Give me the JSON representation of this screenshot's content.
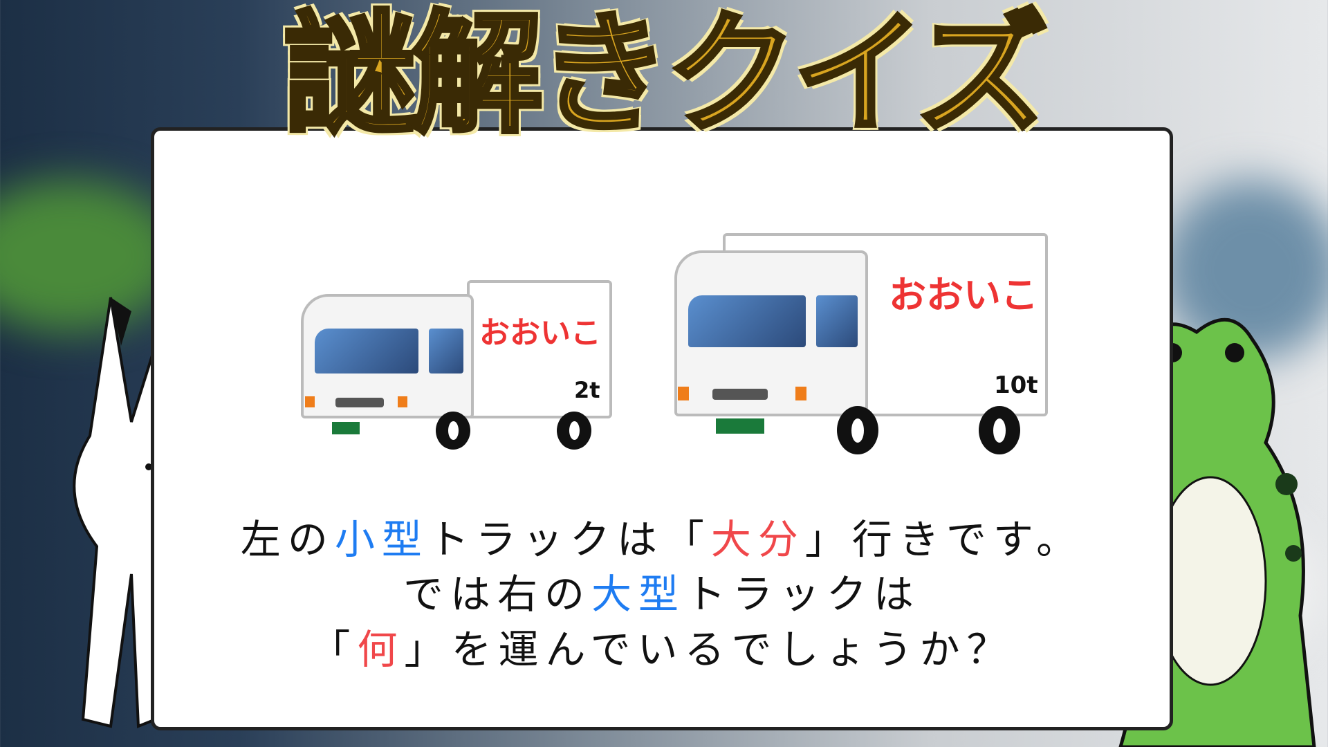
{
  "title": "謎解きクイズ",
  "trucks": [
    {
      "brand": "おおいこ",
      "tonnage": "2t"
    },
    {
      "brand": "おおいこ",
      "tonnage": "10t"
    }
  ],
  "question": {
    "line1": {
      "a": "左の",
      "b": "小型",
      "c": "トラックは「",
      "d": "大分",
      "e": "」行きです。"
    },
    "line2": {
      "a": "では右の",
      "b": "大型",
      "c": "トラックは"
    },
    "line3": {
      "a": "「",
      "b": "何",
      "c": "」を運んでいるでしょうか？"
    }
  },
  "colors": {
    "highlight_blue": "#1e7cf2",
    "highlight_red": "#f0474a",
    "title_gold": "#d9a520"
  }
}
